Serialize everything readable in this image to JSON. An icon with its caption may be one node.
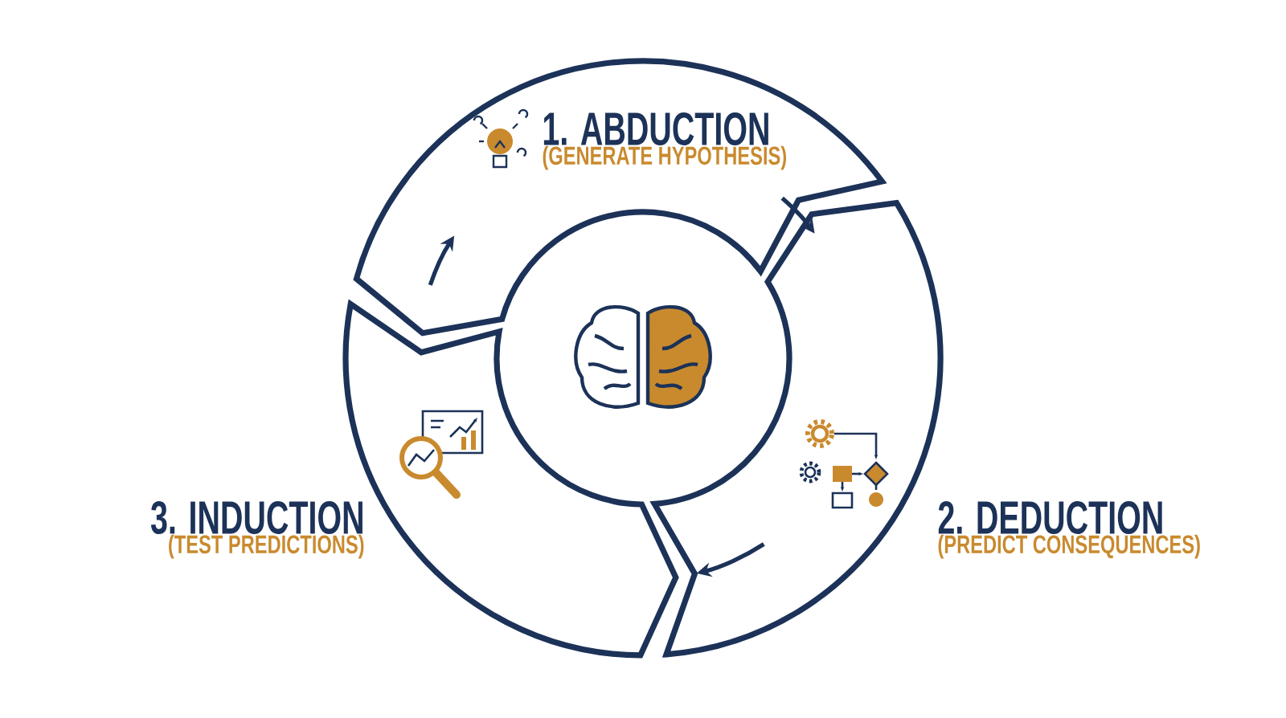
{
  "diagram": {
    "nodes": [
      {
        "text": [
          "1. ABDUCTION",
          "(GENERATE HYPOTHESIS)"
        ]
      },
      {
        "text": [
          "2. DEDUCTION",
          "(PREDICT CONSEQUENCES)"
        ]
      },
      {
        "text": [
          "3. INDUCTION",
          "(TEST PREDICTIONS)"
        ]
      }
    ]
  }
}
